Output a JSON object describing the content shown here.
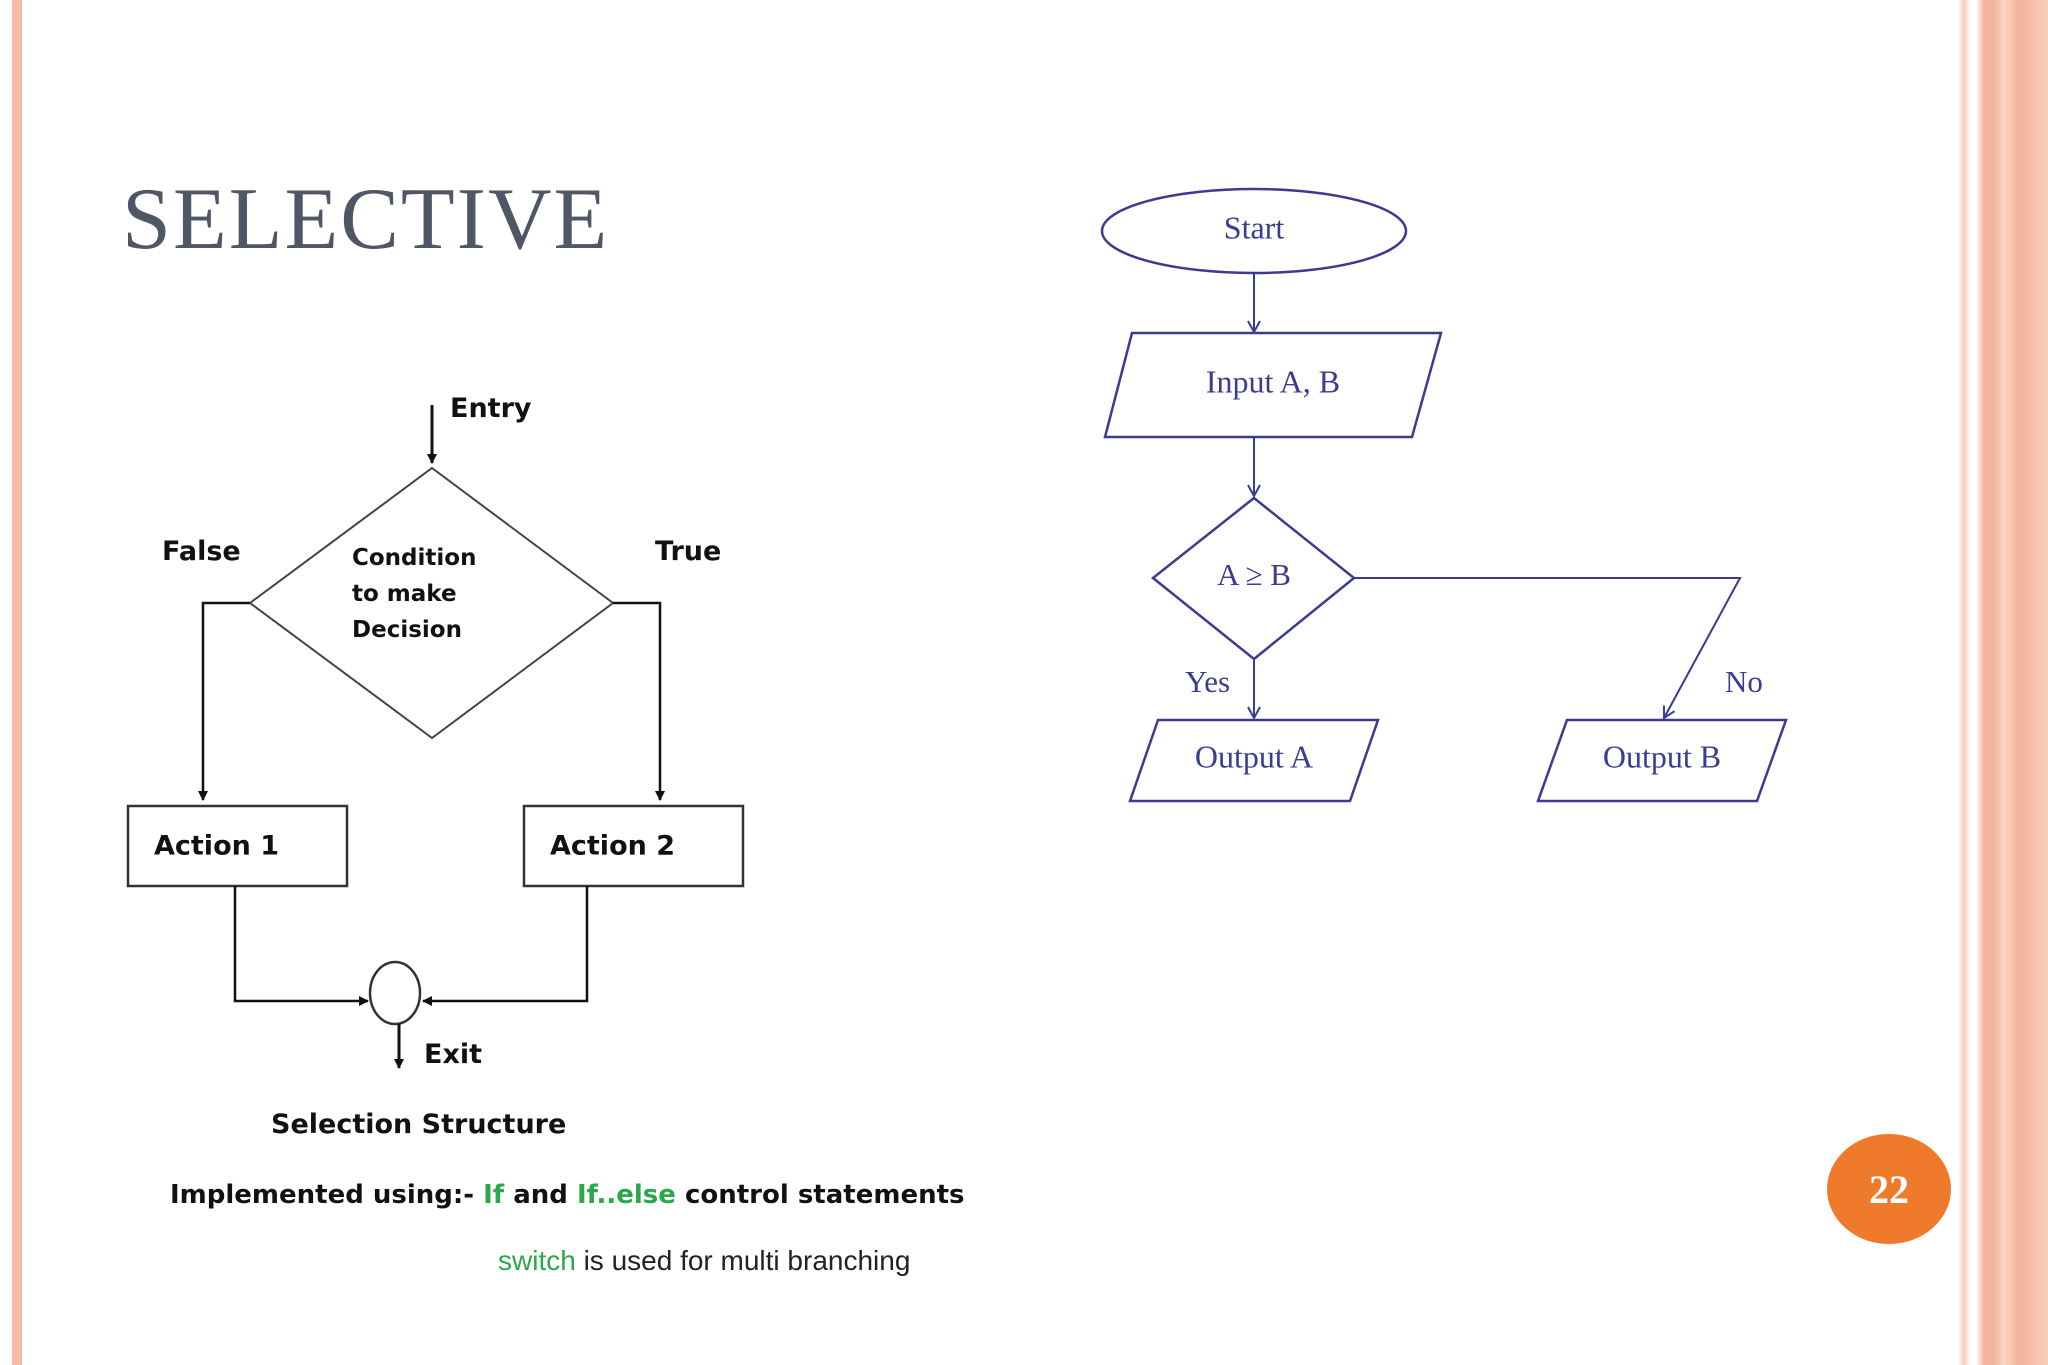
{
  "slide": {
    "title": "SELECTIVE",
    "page_number": "22"
  },
  "left_diagram": {
    "entry": "Entry",
    "condition_lines": [
      "Condition",
      "to make",
      "Decision"
    ],
    "false_label": "False",
    "true_label": "True",
    "action1": "Action 1",
    "action2": "Action 2",
    "exit": "Exit",
    "caption": "Selection Structure"
  },
  "right_diagram": {
    "start": "Start",
    "input": "Input A, B",
    "condition": "A ≥ B",
    "yes": "Yes",
    "no": "No",
    "output_a": "Output A",
    "output_b": "Output B"
  },
  "notes": {
    "line1_prefix": "Implemented using:- ",
    "if_kw": "If",
    "and": " and ",
    "ifelse_kw": "If..else",
    "line1_suffix": "  control statements",
    "switch_kw": "switch",
    "line2_suffix": " is used for multi branching"
  },
  "colors": {
    "accent": "#f07a2b",
    "border": "#f3b49b",
    "keyword": "#2ba84a",
    "flow_stroke": "#3b3b8f"
  }
}
